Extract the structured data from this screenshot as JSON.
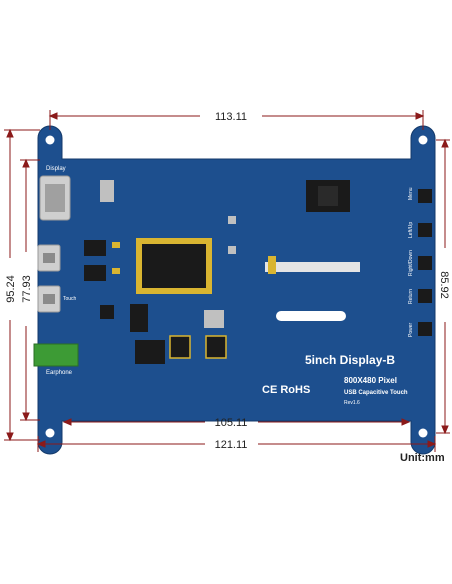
{
  "dimensions": {
    "top_width": "113.11",
    "inner_width": "105.11",
    "outer_width": "121.11",
    "left_outer_height": "95.24",
    "left_inner_height": "77.93",
    "right_height": "85.92"
  },
  "unit": "Unit:mm",
  "board": {
    "title": "5inch Display-B",
    "resolution": "800X480 Pixel",
    "touch": "USB Capacitive Touch",
    "revision": "Rev1.6",
    "certifications": "CE RoHS",
    "port_labels": {
      "display": "Display",
      "touch": "Touch",
      "earphone": "Earphone"
    },
    "buttons": [
      "Menu",
      "Left/Up",
      "Right/Down",
      "Return",
      "Power"
    ]
  },
  "colors": {
    "board": "#1d4f8e",
    "dimension_line": "#8b1a1a",
    "chip": "#1a1a1a",
    "gold": "#d9b531",
    "green_jack": "#3d9b35"
  }
}
